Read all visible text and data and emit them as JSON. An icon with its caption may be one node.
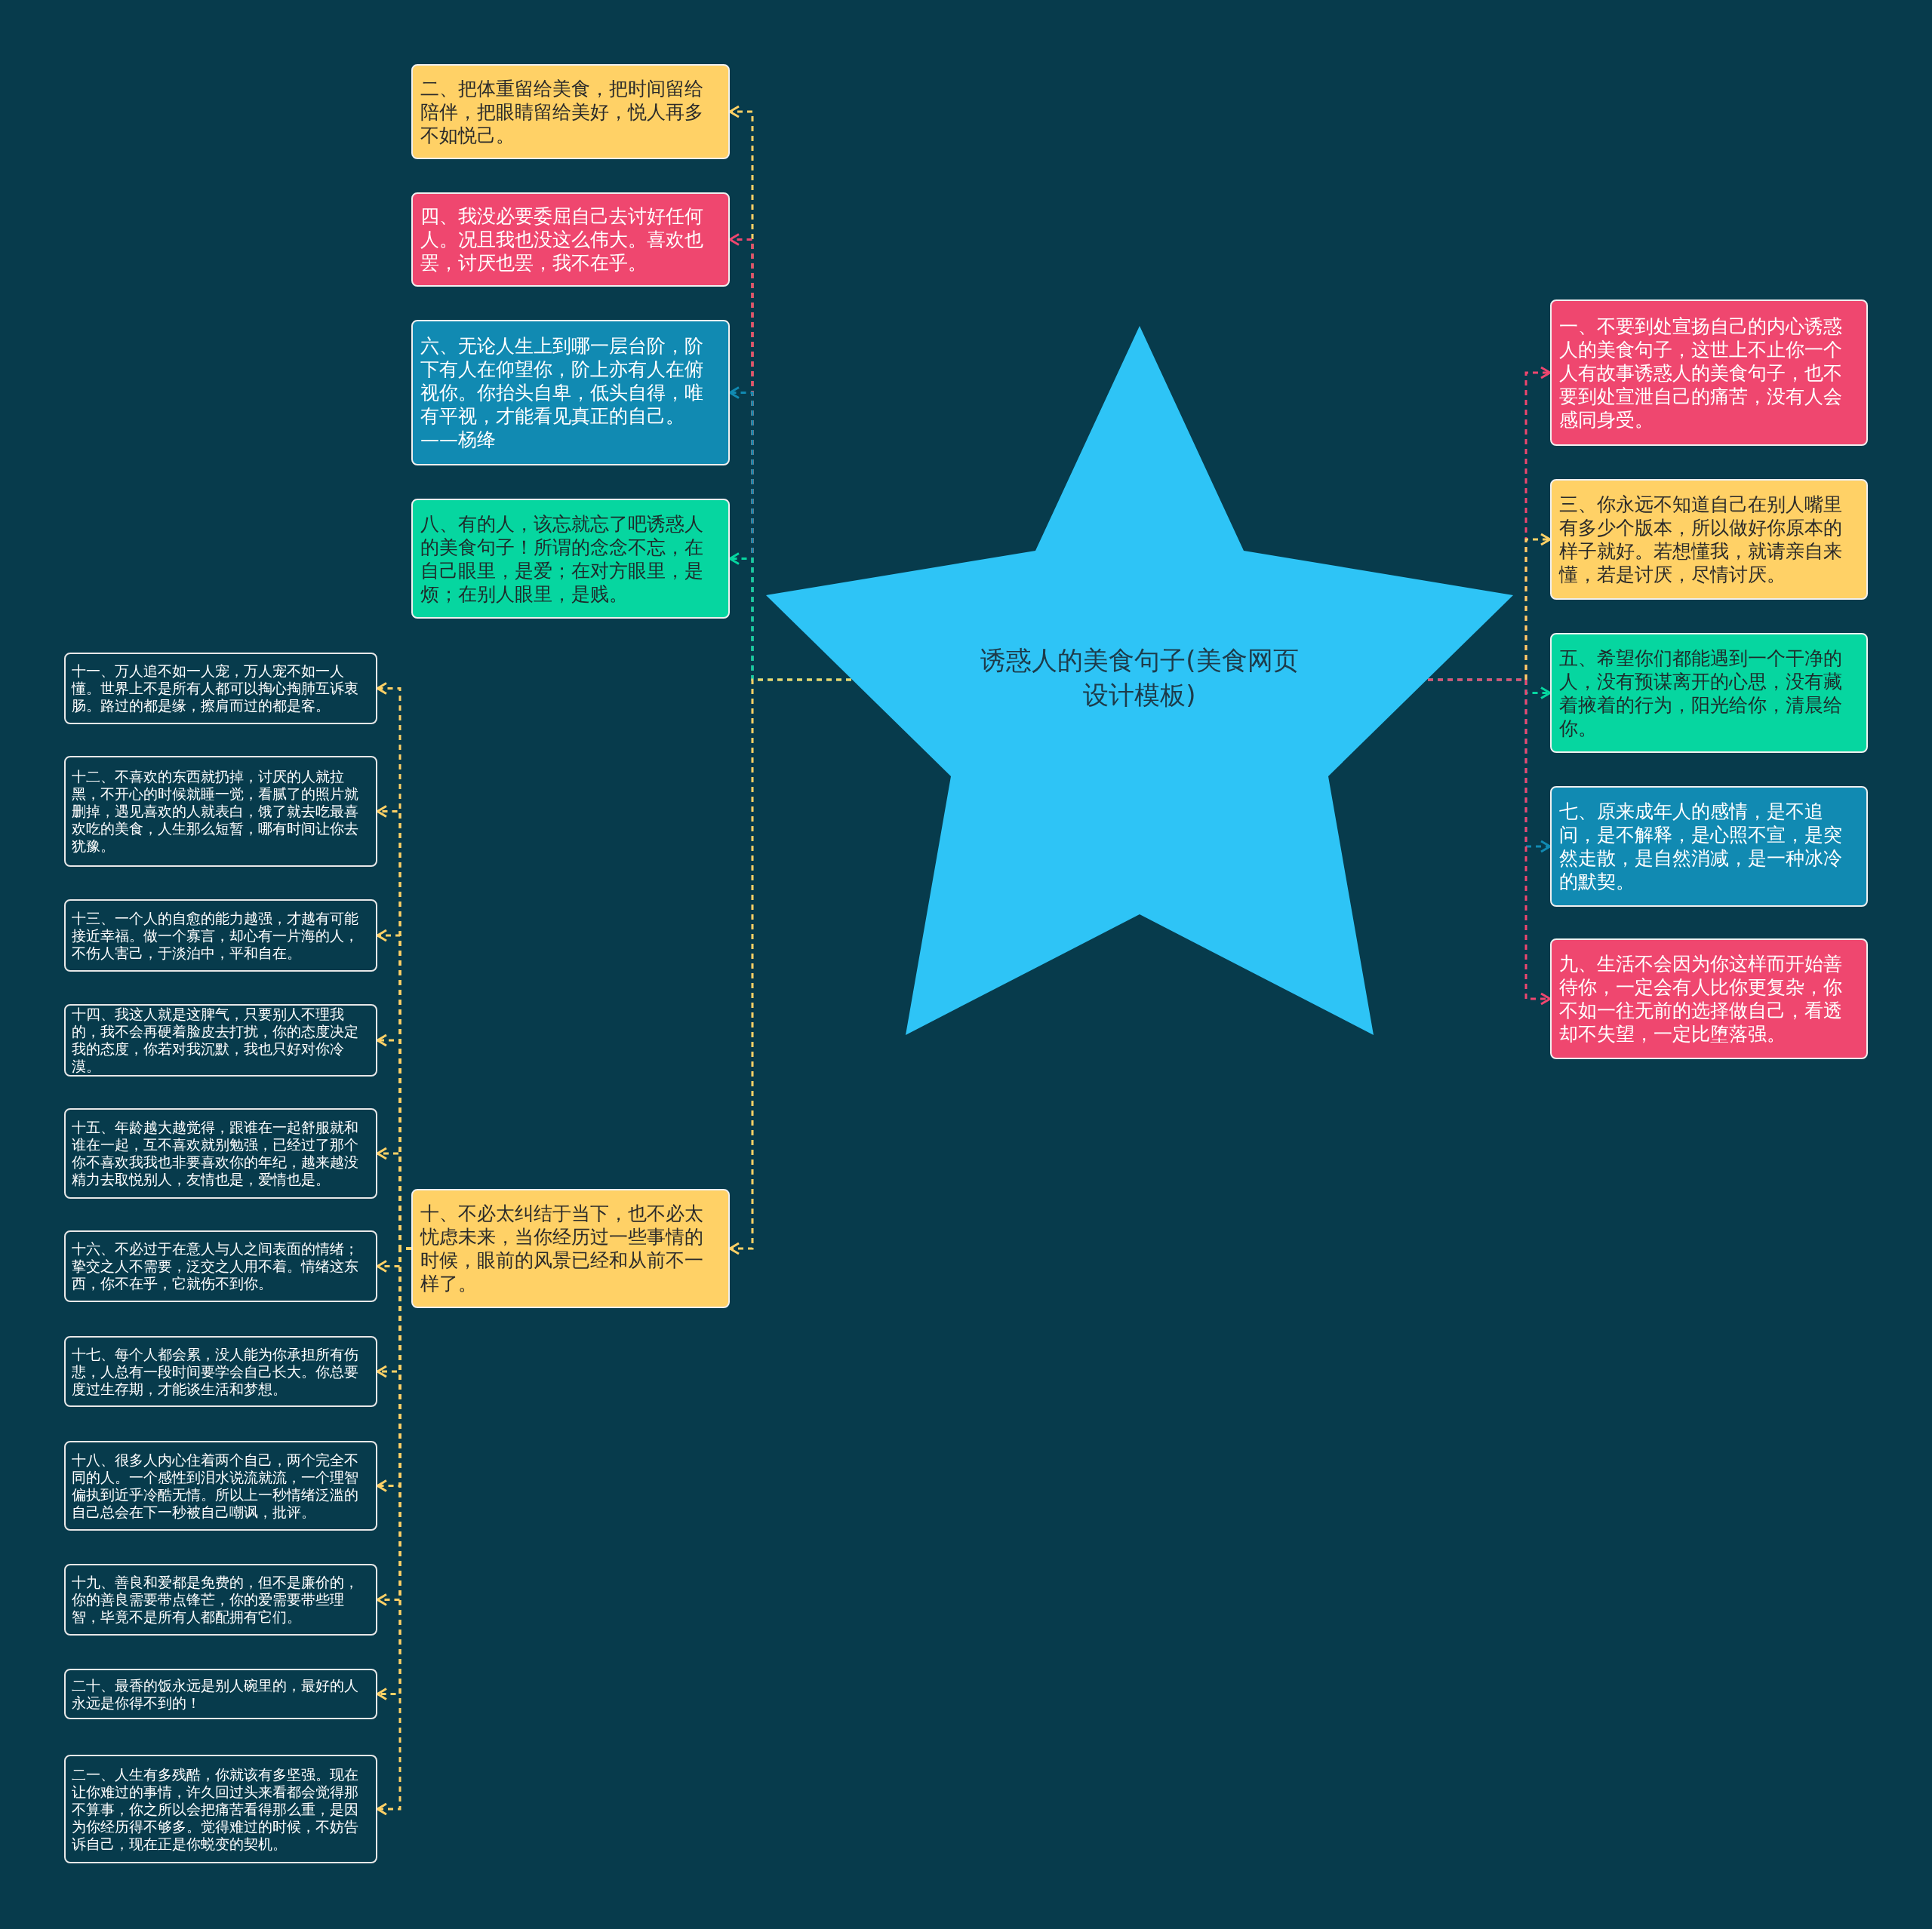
{
  "diagram": {
    "nodes": [
      {
        "text": [
          "诱惑人的美食句子(美食网页设计模板)"
        ]
      },
      {
        "text": [
          "二、把体重留给美食，把时间留给陪伴，把眼睛留给美好，悦人再多不如悦己。"
        ]
      },
      {
        "text": [
          "四、我没必要委屈自己去讨好任何人。况且我也没这么伟大。喜欢也罢，讨厌也罢，我不在乎。"
        ]
      },
      {
        "text": [
          "六、无论人生上到哪一层台阶，阶下有人在仰望你，阶上亦有人在俯视你。你抬头自卑，低头自得，唯有平视，才能看见真正的自己。——杨绛"
        ]
      },
      {
        "text": [
          "八、有的人，该忘就忘了吧诱惑人的美食句子！所谓的念念不忘，在自己眼里，是爱；在对方眼里，是烦；在别人眼里，是贱。"
        ]
      },
      {
        "text": [
          "十、不必太纠结于当下，也不必太忧虑未来，当你经历过一些事情的时候，眼前的风景已经和从前不一样了。"
        ]
      },
      {
        "text": [
          "十一、万人追不如一人宠，万人宠不如一人懂。世界上不是所有人都可以掏心掏肺互诉衷肠。路过的都是缘，擦肩而过的都是客。"
        ]
      },
      {
        "text": [
          "十二、不喜欢的东西就扔掉，讨厌的人就拉黑，不开心的时候就睡一觉，看腻了的照片就删掉，遇见喜欢的人就表白，饿了就去吃最喜欢吃的美食，人生那么短暂，哪有时间让你去犹豫。"
        ]
      },
      {
        "text": [
          "十三、一个人的自愈的能力越强，才越有可能接近幸福。做一个寡言，却心有一片海的人，不伤人害己，于淡泊中，平和自在。"
        ]
      },
      {
        "text": [
          "十四、我这人就是这脾气，只要别人不理我的，我不会再硬着脸皮去打扰，你的态度决定我的态度，你若对我沉默，我也只好对你冷漠。"
        ]
      },
      {
        "text": [
          "十五、年龄越大越觉得，跟谁在一起舒服就和谁在一起，互不喜欢就别勉强，已经过了那个你不喜欢我我也非要喜欢你的年纪，越来越没精力去取悦别人，友情也是，爱情也是。"
        ]
      },
      {
        "text": [
          "十六、不必过于在意人与人之间表面的情绪；挚交之人不需要，泛交之人用不着。情绪这东西，你不在乎，它就伤不到你。"
        ]
      },
      {
        "text": [
          "十七、每个人都会累，没人能为你承担所有伤悲，人总有一段时间要学会自己长大。你总要度过生存期，才能谈生活和梦想。"
        ]
      },
      {
        "text": [
          "十八、很多人内心住着两个自己，两个完全不同的人。一个感性到泪水说流就流，一个理智偏执到近乎冷酷无情。所以上一秒情绪泛滥的自己总会在下一秒被自己嘲讽，批评。"
        ]
      },
      {
        "text": [
          "十九、善良和爱都是免费的，但不是廉价的，你的善良需要带点锋芒，你的爱需要带些理智，毕竟不是所有人都配拥有它们。"
        ]
      },
      {
        "text": [
          "二十、最香的饭永远是别人碗里的，最好的人永远是你得不到的！"
        ]
      },
      {
        "text": [
          "二一、人生有多残酷，你就该有多坚强。现在让你难过的事情，许久回过头来看都会觉得那不算事，你之所以会把痛苦看得那么重，是因为你经历得不够多。觉得难过的时候，不妨告诉自己，现在正是你蜕变的契机。"
        ]
      },
      {
        "text": [
          "一、不要到处宣扬自己的内心诱惑人的美食句子，这世上不止你一个人有故事诱惑人的美食句子，也不要到处宣泄自己的痛苦，没有人会感同身受。"
        ]
      },
      {
        "text": [
          "三、你永远不知道自己在别人嘴里有多少个版本，所以做好你原本的样子就好。若想懂我，就请亲自来懂，若是讨厌，尽情讨厌。"
        ]
      },
      {
        "text": [
          "五、希望你们都能遇到一个干净的人，没有预谋离开的心思，没有藏着掖着的行为，阳光给你，清晨给你。"
        ]
      },
      {
        "text": [
          "七、原来成年人的感情，是不追问，是不解释，是心照不宣，是突然走散，是自然消减，是一种冰冷的默契。"
        ]
      },
      {
        "text": [
          "九、生活不会因为你这样而开始善待你，一定会有人比你更复杂，你不如一往无前的选择做自己，看透却不失望，一定比堕落强。"
        ]
      }
    ],
    "edges": [
      {
        "from": 0,
        "to": 1,
        "arrow": "to",
        "color": "#ffd166"
      },
      {
        "from": 0,
        "to": 2,
        "arrow": "to",
        "color": "#ef476f"
      },
      {
        "from": 0,
        "to": 3,
        "arrow": "to",
        "color": "#118ab2"
      },
      {
        "from": 0,
        "to": 4,
        "arrow": "to",
        "color": "#06d6a0"
      },
      {
        "from": 0,
        "to": 5,
        "arrow": "to",
        "color": "#ffd166"
      },
      {
        "from": 5,
        "to": 6,
        "arrow": "to",
        "color": "#ffd166"
      },
      {
        "from": 5,
        "to": 7,
        "arrow": "to",
        "color": "#ffd166"
      },
      {
        "from": 5,
        "to": 8,
        "arrow": "to",
        "color": "#ffd166"
      },
      {
        "from": 5,
        "to": 9,
        "arrow": "to",
        "color": "#ffd166"
      },
      {
        "from": 5,
        "to": 10,
        "arrow": "to",
        "color": "#ffd166"
      },
      {
        "from": 5,
        "to": 11,
        "arrow": "to",
        "color": "#ffd166"
      },
      {
        "from": 5,
        "to": 12,
        "arrow": "to",
        "color": "#ffd166"
      },
      {
        "from": 5,
        "to": 13,
        "arrow": "to",
        "color": "#ffd166"
      },
      {
        "from": 5,
        "to": 14,
        "arrow": "to",
        "color": "#ffd166"
      },
      {
        "from": 5,
        "to": 15,
        "arrow": "to",
        "color": "#ffd166"
      },
      {
        "from": 5,
        "to": 16,
        "arrow": "to",
        "color": "#ffd166"
      },
      {
        "from": 0,
        "to": 17,
        "arrow": "to",
        "color": "#ef476f"
      },
      {
        "from": 0,
        "to": 18,
        "arrow": "to",
        "color": "#ffd166"
      },
      {
        "from": 0,
        "to": 19,
        "arrow": "to",
        "color": "#06d6a0"
      },
      {
        "from": 0,
        "to": 20,
        "arrow": "to",
        "color": "#118ab2"
      },
      {
        "from": 0,
        "to": 21,
        "arrow": "to",
        "color": "#ef476f"
      }
    ]
  }
}
